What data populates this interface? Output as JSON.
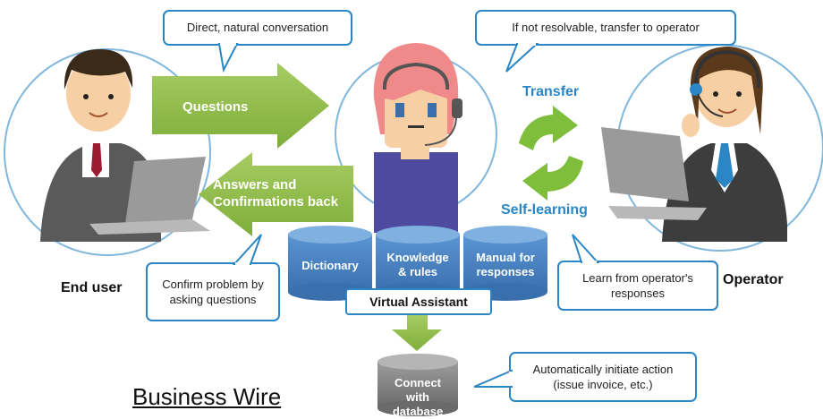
{
  "callouts": {
    "top_left": "Direct, natural conversation",
    "top_right": "If not resolvable, transfer to operator",
    "bottom_left": "Confirm problem by asking questions",
    "bottom_right": "Learn from operator's responses",
    "database": "Automatically initiate action (issue invoice, etc.)"
  },
  "arrows": {
    "questions": "Questions",
    "answers": "Answers and Confirmations back"
  },
  "cycle": {
    "transfer": "Transfer",
    "self_learning": "Self-learning"
  },
  "cylinders": {
    "dictionary": "Dictionary",
    "knowledge": "Knowledge & rules",
    "manual": "Manual for responses",
    "database": "Connect with database"
  },
  "labels": {
    "end_user": "End user",
    "operator": "Operator",
    "virtual_assistant": "Virtual Assistant"
  },
  "footer": {
    "source": "Business Wire"
  },
  "colors": {
    "green_arrow": "#8fbe4a",
    "blue_accent": "#2a86c4",
    "cylinder_blue": "#4a82c4",
    "cylinder_gray": "#8a8a8a"
  }
}
